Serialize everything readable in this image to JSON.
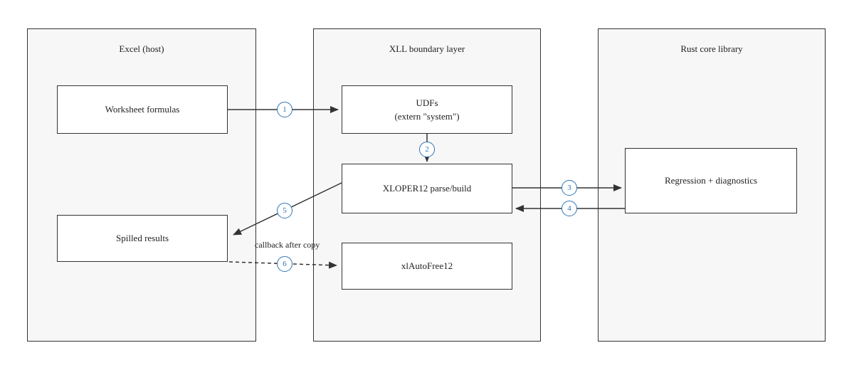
{
  "diagram": {
    "type": "flow-diagram",
    "containers": {
      "excel": {
        "title": "Excel (host)"
      },
      "xll": {
        "title": "XLL boundary layer"
      },
      "rust": {
        "title": "Rust core library"
      }
    },
    "nodes": {
      "worksheet_formulas": {
        "label": "Worksheet formulas",
        "container": "Excel (host)"
      },
      "spilled_results": {
        "label": "Spilled results",
        "container": "Excel (host)"
      },
      "udfs": {
        "line1": "UDFs",
        "line2": "(extern \"system\")",
        "container": "XLL boundary layer"
      },
      "xloper12": {
        "label": "XLOPER12 parse/build",
        "container": "XLL boundary layer"
      },
      "xlautofree12": {
        "label": "xlAutoFree12",
        "container": "XLL boundary layer"
      },
      "regression": {
        "label": "Regression + diagnostics",
        "container": "Rust core library"
      }
    },
    "edges": {
      "e1": {
        "badge": "1",
        "from": "Worksheet formulas",
        "to": "UDFs",
        "style": "solid"
      },
      "e2": {
        "badge": "2",
        "from": "UDFs",
        "to": "XLOPER12 parse/build",
        "style": "solid"
      },
      "e3": {
        "badge": "3",
        "from": "XLOPER12 parse/build",
        "to": "Regression + diagnostics",
        "style": "solid"
      },
      "e4": {
        "badge": "4",
        "from": "Regression + diagnostics",
        "to": "XLOPER12 parse/build",
        "style": "solid"
      },
      "e5": {
        "badge": "5",
        "from": "XLOPER12 parse/build",
        "to": "Spilled results",
        "style": "solid"
      },
      "e6": {
        "badge": "6",
        "from": "Spilled results",
        "to": "xlAutoFree12",
        "style": "dashed",
        "label": "callback after copy"
      }
    },
    "colors": {
      "badge_border": "#2e75b6",
      "badge_text": "#2e75b6",
      "container_fill": "#f7f7f7",
      "box_border": "#333333",
      "arrow": "#333333"
    }
  }
}
